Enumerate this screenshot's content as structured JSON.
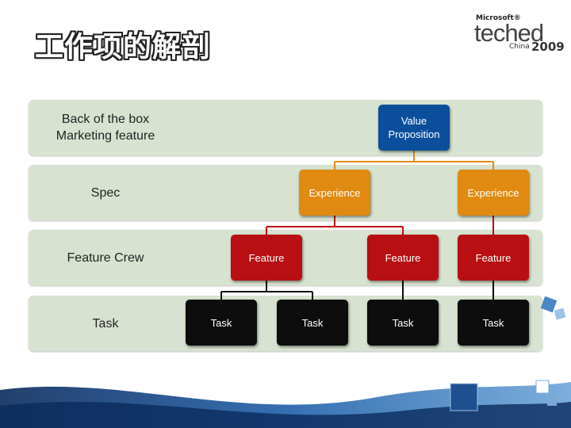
{
  "title": "工作项的解剖",
  "logo": {
    "brand": "Microsoft®",
    "name": "teched",
    "region": "China",
    "year": "2009"
  },
  "rows": [
    {
      "label": "Back of the box\nMarketing feature"
    },
    {
      "label": "Spec"
    },
    {
      "label": "Feature Crew"
    },
    {
      "label": "Task"
    }
  ],
  "nodes": {
    "value": "Value\nProposition",
    "experience": [
      "Experience",
      "Experience"
    ],
    "feature": [
      "Feature",
      "Feature",
      "Feature"
    ],
    "task": [
      "Task",
      "Task",
      "Task",
      "Task"
    ]
  },
  "colors": {
    "value": "#0b4f9c",
    "experience": "#e08a12",
    "feature": "#b80f12",
    "task": "#0d0d0d",
    "band": "#d7e3d0"
  }
}
